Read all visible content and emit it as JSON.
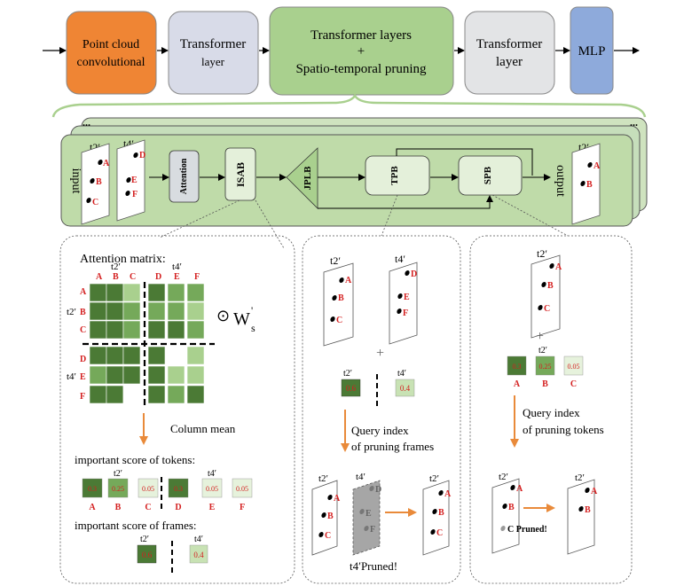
{
  "pipeline": {
    "blocks": [
      {
        "label_l1": "Point cloud",
        "label_l2": "convolutional",
        "fill": "#ef8534"
      },
      {
        "label_l1": "Transformer",
        "label_l2": "layer",
        "fill": "#d8dbe8"
      },
      {
        "label_l1": "Transformer layers",
        "label_l2": "+",
        "label_l3": "Spatio-temporal pruning",
        "fill": "#a9d08e"
      },
      {
        "label_l1": "Transformer",
        "label_l2": "layer",
        "fill": "#e3e4e6"
      },
      {
        "label_l1": "MLP",
        "fill": "#8eaadb"
      }
    ]
  },
  "detail": {
    "input_label": "input",
    "output_label": "output",
    "attention_label": "Attention",
    "isab_label": "ISAB",
    "jplb_label": "JPLB",
    "tpb_label": "TPB",
    "spb_label": "SPB",
    "frames": {
      "t2": "t2′",
      "t4": "t4′"
    },
    "points_t2": [
      "A",
      "B",
      "C"
    ],
    "points_t4": [
      "D",
      "E",
      "F"
    ],
    "dots_ellipsis": "..."
  },
  "panel_left": {
    "title": "Attention matrix:",
    "col_group_t2": "t2′",
    "col_group_t4": "t4′",
    "col_labels": [
      "A",
      "B",
      "C",
      "D",
      "E",
      "F"
    ],
    "row_group_t2": "t2′",
    "row_group_t4": "t4′",
    "row_labels": [
      "A",
      "B",
      "C",
      "D",
      "E",
      "F"
    ],
    "ws_symbol": "W",
    "ws_superscript": "'",
    "ws_subscript": "s",
    "odot": "⊙",
    "column_mean": "Column mean",
    "token_score_title": "important score of tokens:",
    "token_scores": [
      {
        "label": "A",
        "value": "0.3"
      },
      {
        "label": "B",
        "value": "0.25"
      },
      {
        "label": "C",
        "value": "0.05"
      },
      {
        "label": "D",
        "value": "0.3"
      },
      {
        "label": "E",
        "value": "0.05"
      },
      {
        "label": "F",
        "value": "0.05"
      }
    ],
    "frame_score_title": "important score of frames:",
    "frame_scores": [
      {
        "label": "t2′",
        "value": "0.6"
      },
      {
        "label": "t4′",
        "value": "0.4"
      }
    ]
  },
  "panel_mid": {
    "plus": "+",
    "frame_scores": [
      {
        "label": "t2′",
        "value": "0.6"
      },
      {
        "label": "t4′",
        "value": "0.4"
      }
    ],
    "query_l1": "Query index",
    "query_l2": "of pruning frames",
    "pruned_label": "t4′Pruned!"
  },
  "panel_right": {
    "plus": "+",
    "frame": "t2′",
    "token_scores": [
      {
        "label": "A",
        "value": "0.3"
      },
      {
        "label": "B",
        "value": "0.25"
      },
      {
        "label": "C",
        "value": "0.05"
      }
    ],
    "query_l1": "Query index",
    "query_l2": "of pruning tokens",
    "pruned_label": "C Pruned!"
  }
}
